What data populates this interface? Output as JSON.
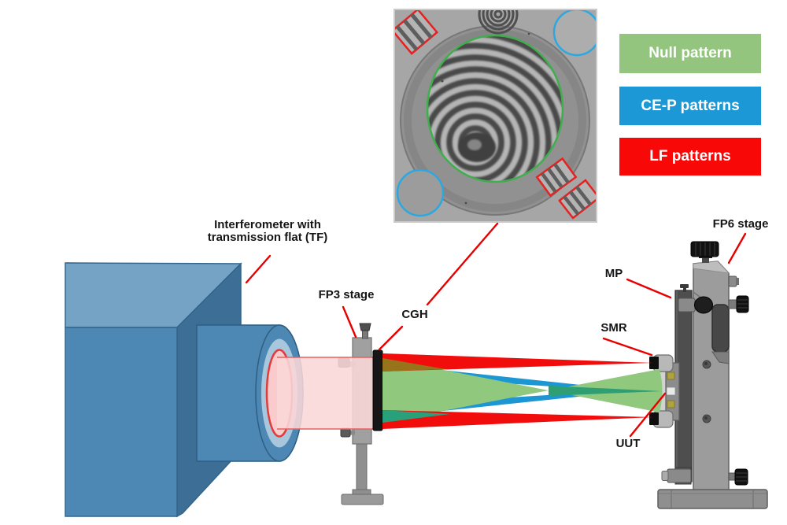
{
  "labels": {
    "interferometer": "Interferometer with\ntransmission flat (TF)",
    "fp3": "FP3 stage",
    "cgh": "CGH",
    "fp6": "FP6 stage",
    "mp": "MP",
    "smr": "SMR",
    "uut": "UUT"
  },
  "legend": {
    "items": [
      {
        "label": "Null pattern",
        "color": "#94C57E"
      },
      {
        "label": "CE-P patterns",
        "color": "#1B98D5"
      },
      {
        "label": "LF patterns",
        "color": "#F90808"
      }
    ]
  },
  "beams": {
    "null_color": "#90C87E",
    "null_overlap_color": "#2F9E72",
    "cep_color": "#1D96D4",
    "lf_color": "#F20D0D",
    "lf_null_overlap_color": "#97731B",
    "cep_null_overlap_color": "#28A07A",
    "source_fill": "#FBD7D8",
    "source_edge": "#E86060",
    "leader_color": "#E60000"
  },
  "inset": {
    "null_outline": "#3FAE4C",
    "cep_outline": "#2BA8E0",
    "lf_outline": "#E42222"
  }
}
